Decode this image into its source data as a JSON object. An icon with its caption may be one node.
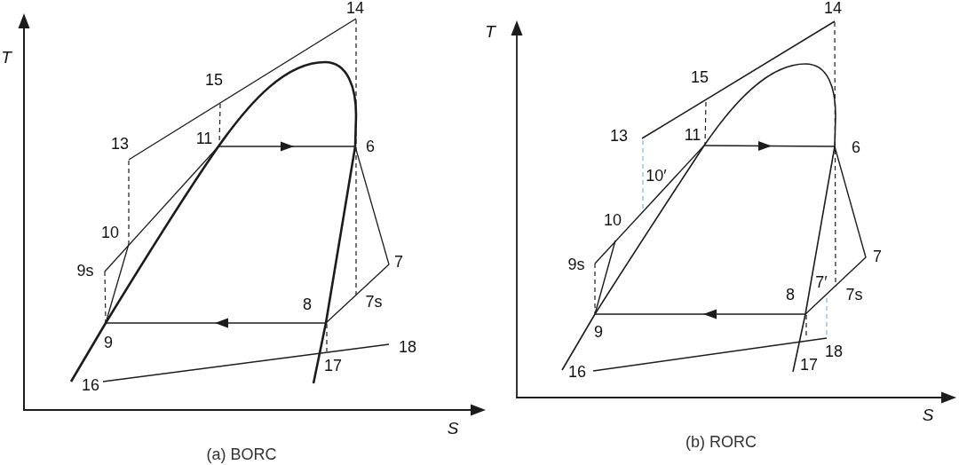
{
  "diagram": {
    "labels": [
      "14",
      "T",
      "15",
      "13",
      "11",
      "6",
      "10",
      "9s",
      "7",
      "8",
      "7s",
      "9",
      "18",
      "17",
      "16",
      "S",
      "(a) BORC",
      "14",
      "T",
      "15",
      "13",
      "11",
      "6",
      "10′",
      "10",
      "9s",
      "7",
      "7′",
      "8",
      "7s",
      "9",
      "18",
      "17",
      "16",
      "S",
      "(b) RORC"
    ]
  }
}
